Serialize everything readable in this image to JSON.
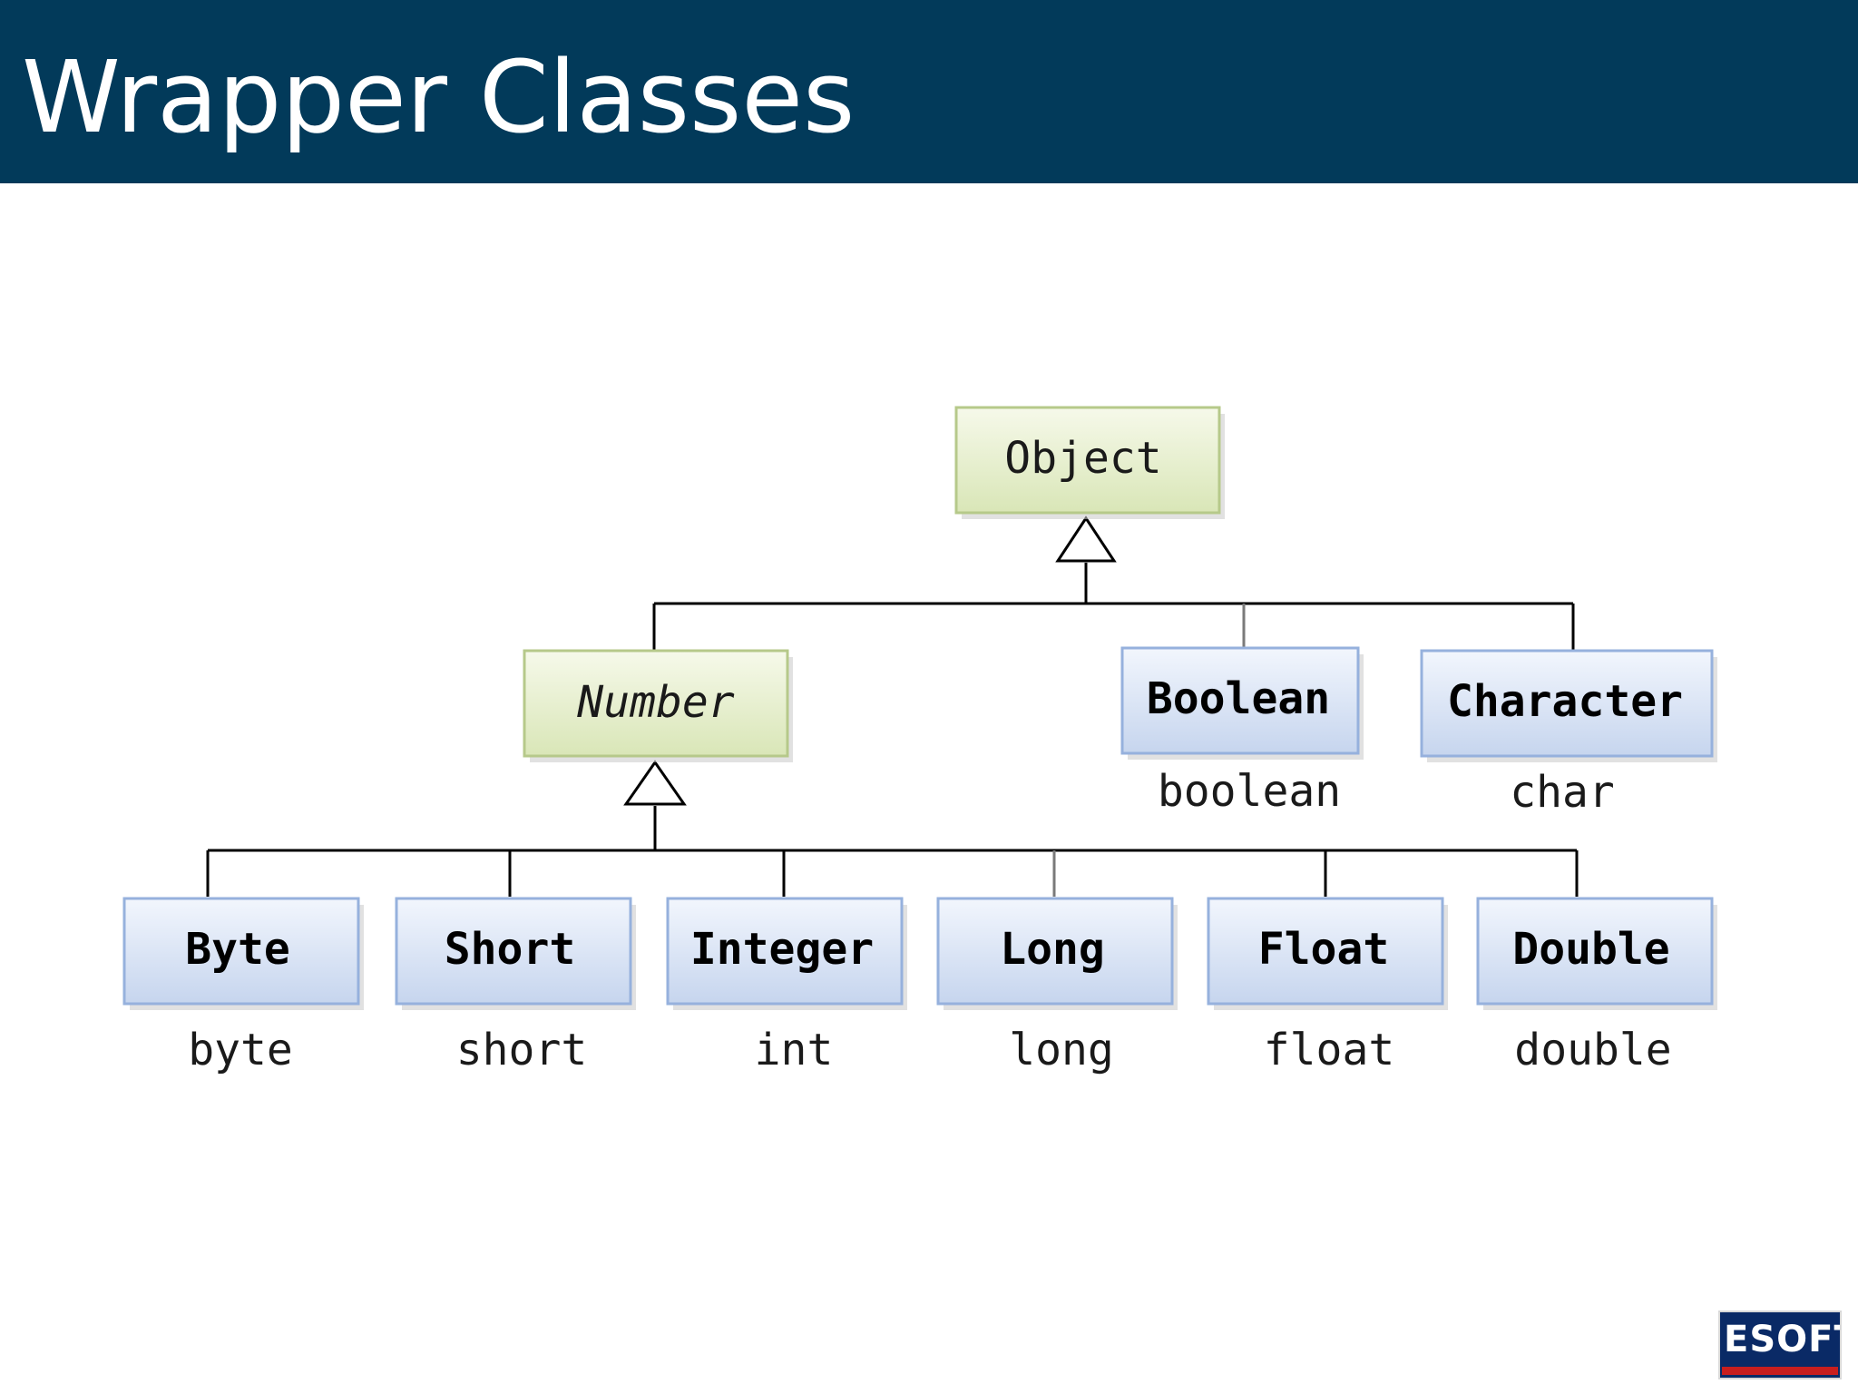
{
  "slide": {
    "title": "Wrapper Classes"
  },
  "diagram": {
    "root": {
      "label": "Object"
    },
    "number": {
      "label": "Number"
    },
    "direct_wrappers": [
      {
        "id": "boolean",
        "label": "Boolean",
        "primitive": "boolean"
      },
      {
        "id": "character",
        "label": "Character",
        "primitive": "char"
      }
    ],
    "numeric_wrappers": [
      {
        "id": "byte",
        "label": "Byte",
        "primitive": "byte"
      },
      {
        "id": "short",
        "label": "Short",
        "primitive": "short"
      },
      {
        "id": "integer",
        "label": "Integer",
        "primitive": "int"
      },
      {
        "id": "long",
        "label": "Long",
        "primitive": "long"
      },
      {
        "id": "float",
        "label": "Float",
        "primitive": "float"
      },
      {
        "id": "double",
        "label": "Double",
        "primitive": "double"
      }
    ]
  },
  "logo": {
    "text": "ESOFT"
  },
  "colors": {
    "title_bar": "#023a5a",
    "abstract_fill_top": "#f6f9ea",
    "abstract_fill_bottom": "#d9e6b7",
    "abstract_border": "#b6c98a",
    "class_fill_top": "#f2f6fd",
    "class_fill_bottom": "#c6d5ee",
    "class_border": "#96b1dd",
    "line": "#000000"
  }
}
